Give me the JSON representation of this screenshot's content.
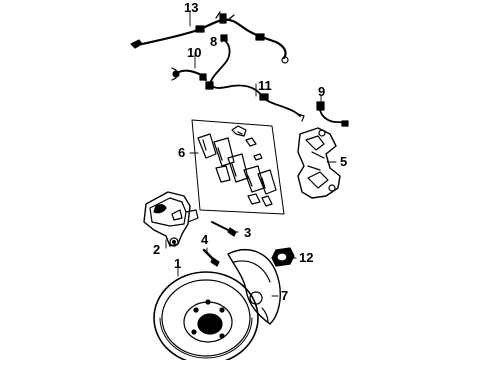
{
  "diagram": {
    "callouts": [
      "1",
      "2",
      "3",
      "4",
      "5",
      "6",
      "7",
      "8",
      "9",
      "10",
      "11",
      "12",
      "13"
    ],
    "ink_color": "#000000",
    "paper_color": "#ffffff"
  }
}
